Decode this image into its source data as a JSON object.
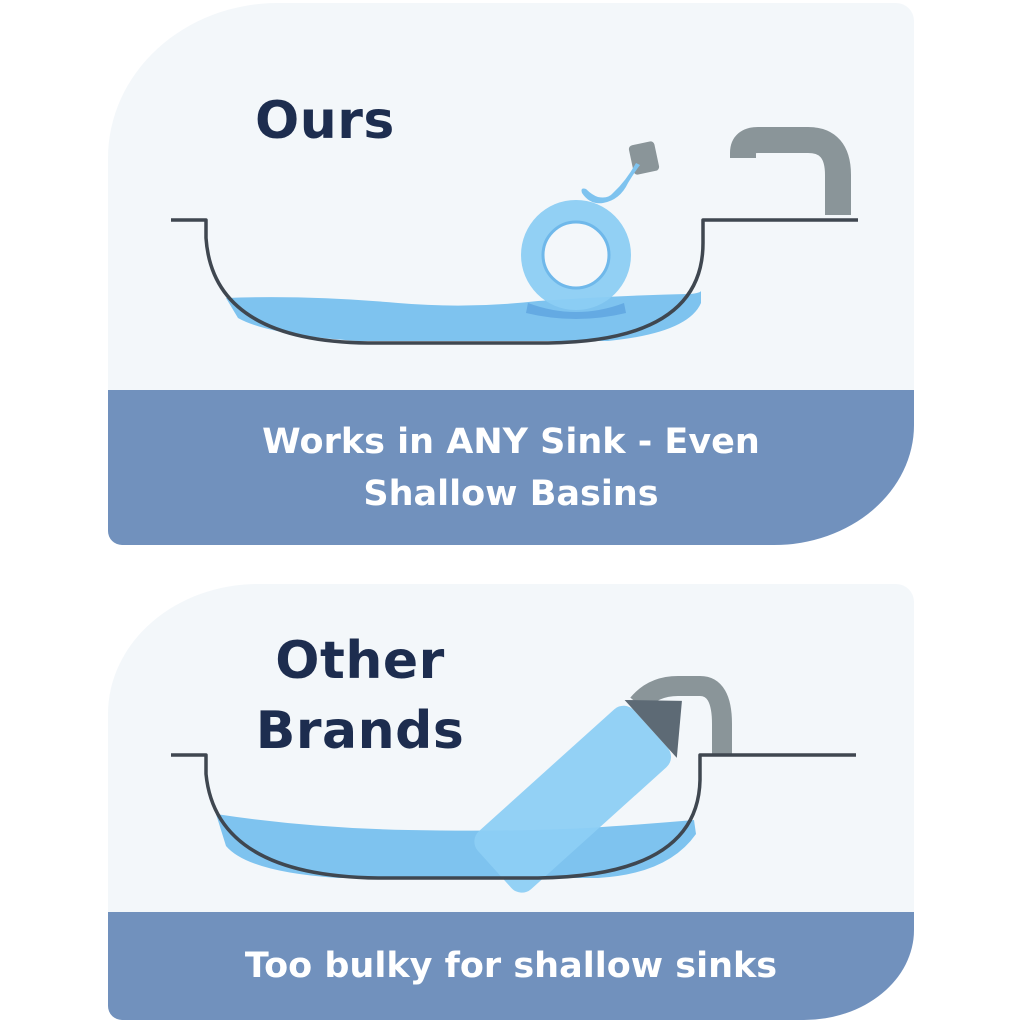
{
  "panels": {
    "ours": {
      "heading": "Ours",
      "caption": "Works in ANY Sink - Even\nShallow Basins"
    },
    "other": {
      "heading": "Other\nBrands",
      "caption": "Too bulky for shallow sinks"
    }
  },
  "colors": {
    "panel_background": "#f3f7fa",
    "caption_bar": "#7191bd",
    "heading_text": "#1d2d4f",
    "water": "#7ec3ef",
    "faucet": "#8a9599",
    "sink_outline": "#3f4750",
    "product_ours": "#8ccdf3",
    "product_other": "#8dcff4",
    "product_cap": "#5d6a75"
  },
  "icons": {
    "ours": [
      "sink-basin-icon",
      "faucet-icon",
      "ring-pod-icon",
      "water-splash-icon"
    ],
    "other": [
      "sink-basin-icon",
      "faucet-icon",
      "bulky-bottle-icon"
    ]
  }
}
